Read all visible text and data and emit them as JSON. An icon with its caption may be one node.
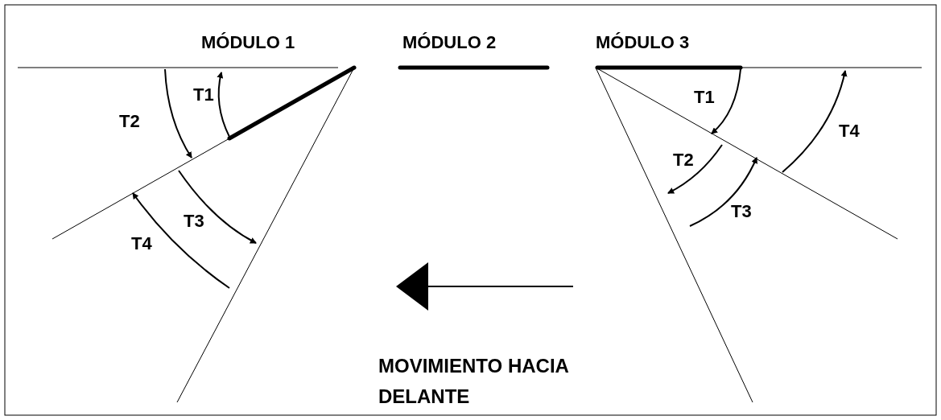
{
  "diagram": {
    "labels": [
      "MÓDULO 1",
      "MÓDULO 2",
      "MÓDULO 3",
      "T1",
      "T2",
      "T3",
      "T4",
      "T1",
      "T2",
      "T3",
      "T4",
      "MOVIMIENTO HACIA DELANTE"
    ]
  }
}
